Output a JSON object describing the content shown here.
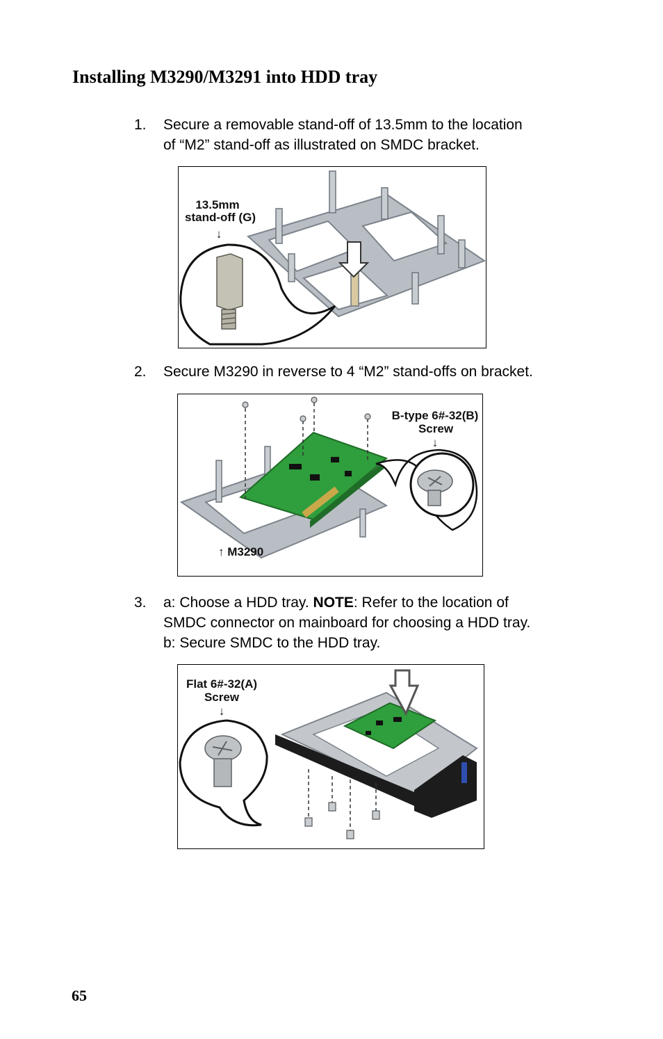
{
  "page": {
    "title": "Installing M3290/M3291 into HDD tray",
    "page_number": "65"
  },
  "steps": [
    {
      "number": "1.",
      "lines": [
        "Secure a removable stand-off of 13.5mm to the location",
        "of “M2” stand-off as illustrated on SMDC bracket."
      ]
    },
    {
      "number": "2.",
      "lines": [
        "Secure M3290 in reverse to 4 “M2” stand-offs on bracket."
      ]
    },
    {
      "number": "3.",
      "line1_prefix": "a: Choose a HDD tray. ",
      "line1_note": "NOTE",
      "line1_suffix": ": Refer to the location of",
      "lines_after": [
        "SMDC connector on mainboard for choosing a HDD tray.",
        "b: Secure SMDC to the HDD tray."
      ]
    }
  ],
  "figures": {
    "fig1": {
      "label_line1": "13.5mm",
      "label_line2": "stand-off (G)",
      "arrow": "↓"
    },
    "fig2": {
      "label_line1": "B-type 6#-32(B)",
      "label_line2": "Screw",
      "arrow": "↓",
      "board_label": "↑ M3290"
    },
    "fig3": {
      "label_line1": "Flat 6#-32(A)",
      "label_line2": "Screw",
      "arrow": "↓"
    }
  },
  "colors": {
    "metal": "#b9bec4",
    "metal_dark": "#7d848c",
    "pcb": "#2f9e3c",
    "pcb_dark": "#1f6b28",
    "tray_black": "#1c1c1c",
    "latch_blue": "#2f4fb0"
  }
}
